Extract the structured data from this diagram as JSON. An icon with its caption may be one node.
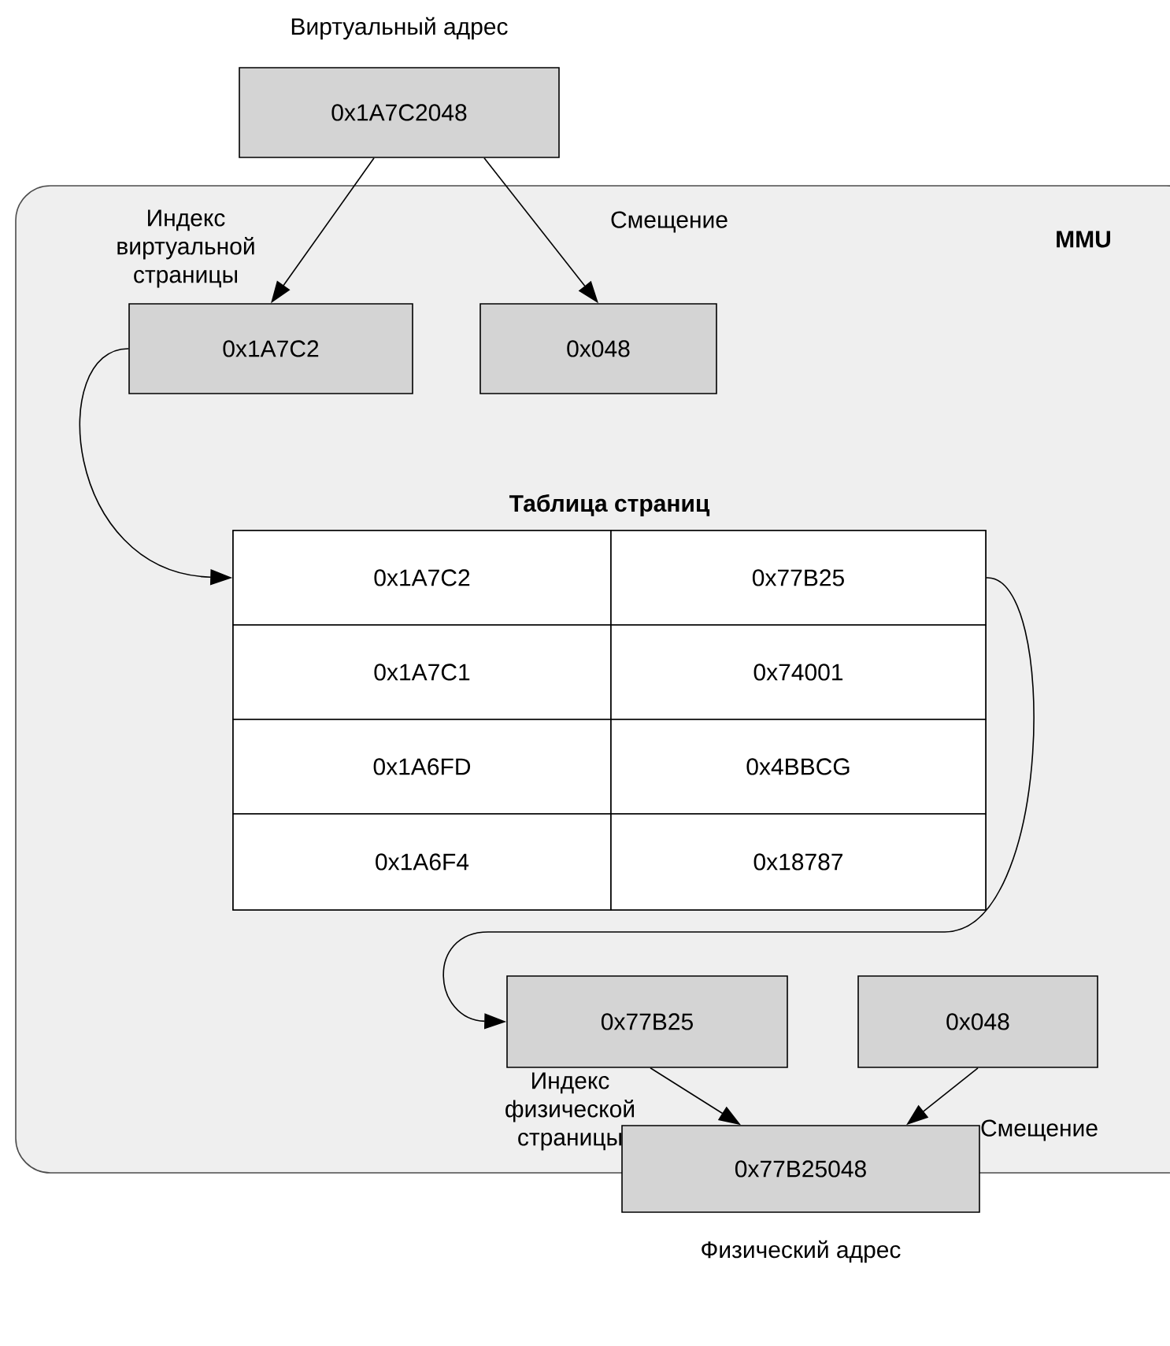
{
  "diagram": {
    "nodes": [
      {
        "text": [
          "MMU"
        ]
      },
      {
        "text": [
          "0x1A7C2048"
        ],
        "beside": [
          "Виртуальный адрес"
        ]
      },
      {
        "text": [
          "0x1A7C2"
        ],
        "in": 0
      },
      {
        "text": [
          "0x048"
        ],
        "in": 0
      },
      {
        "text": [
          "Таблица страниц"
        ],
        "in": 0
      },
      {
        "text": [
          "0x1A7C2"
        ],
        "in": 4
      },
      {
        "text": [
          "0x77B25"
        ],
        "in": 4
      },
      {
        "text": [
          "0x1A7C1"
        ],
        "in": 4
      },
      {
        "text": [
          "0x74001"
        ],
        "in": 4
      },
      {
        "text": [
          "0x1A6FD"
        ],
        "in": 4
      },
      {
        "text": [
          "0x4BBCG"
        ],
        "in": 4
      },
      {
        "text": [
          "0x1A6F4"
        ],
        "in": 4
      },
      {
        "text": [
          "0x18787"
        ],
        "in": 4
      },
      {
        "text": [
          "0x77B25"
        ],
        "in": 0
      },
      {
        "text": [
          "0x048"
        ],
        "in": 0
      },
      {
        "text": [
          "0x77B25048"
        ],
        "beside": [
          "Физический адрес"
        ]
      }
    ],
    "edges": [
      {
        "from": 1,
        "to": 2,
        "arrow": "to",
        "label": "Индекс виртуальной страницы"
      },
      {
        "from": 1,
        "to": 3,
        "arrow": "to",
        "label": "Смещение"
      },
      {
        "from": 2,
        "to": 5,
        "arrow": "to"
      },
      {
        "from": 6,
        "to": 13,
        "arrow": "to"
      },
      {
        "from": 13,
        "to": 15,
        "arrow": "to",
        "label": "Индекс физической страницы"
      },
      {
        "from": 14,
        "to": 15,
        "arrow": "to",
        "label": "Смещение"
      }
    ]
  }
}
